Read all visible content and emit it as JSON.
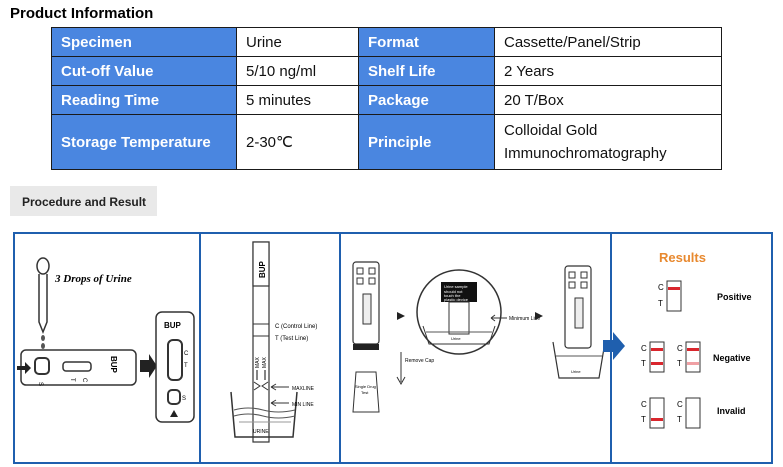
{
  "product_info": {
    "title": "Product Information",
    "rows": [
      {
        "label1": "Specimen",
        "value1": "Urine",
        "label2": "Format",
        "value2": "Cassette/Panel/Strip"
      },
      {
        "label1": "Cut-off Value",
        "value1": "5/10 ng/ml",
        "label2": "Shelf Life",
        "value2": "2 Years"
      },
      {
        "label1": "Reading Time",
        "value1": "5 minutes",
        "label2": "Package",
        "value2": "20 T/Box"
      },
      {
        "label1": "Storage Temperature",
        "value1": "2-30℃",
        "label2": "Principle",
        "value2_line1": "Colloidal Gold",
        "value2_line2": "Immunochromatography"
      }
    ]
  },
  "procedure": {
    "tab_label": "Procedure and Result",
    "step1": {
      "drops_text": "3 Drops of Urine",
      "cassette_label": "BUP",
      "s": "S",
      "c": "C",
      "t": "T"
    },
    "step2": {
      "strip_label": "BUP",
      "control_line": "C (Control Line)",
      "test_line": "T (Test Line)",
      "max": "MAX",
      "maxline": "MAXLINE",
      "minline": "MIN LINE",
      "urine": "URINE"
    },
    "step3": {
      "cap_text1": "Urine sample",
      "cap_text2": "should not",
      "cap_text3": "touch the",
      "cap_text4": "plastic device",
      "minimum_line": "Minimum Line",
      "remove_cap": "Remove Cap",
      "single_drug_test": "Single Drug",
      "single_drug_test2": "Test",
      "urine": "Urine"
    },
    "results": {
      "title": "Results",
      "positive": "Positive",
      "negative": "Negative",
      "invalid": "Invalid",
      "c": "C",
      "t": "T"
    }
  },
  "colors": {
    "header_blue": "#4a86e0",
    "frame_blue": "#1f5fae",
    "result_red": "#d9262d",
    "results_orange": "#e8892f"
  }
}
